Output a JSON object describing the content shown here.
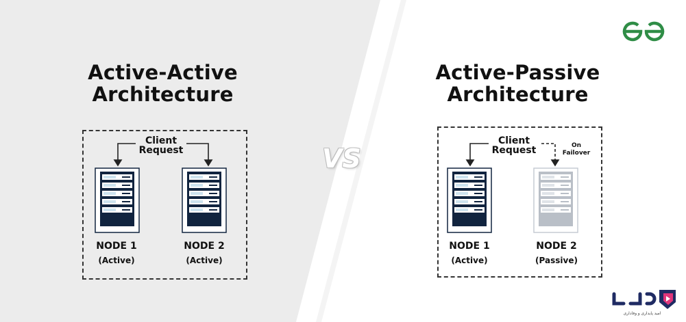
{
  "left": {
    "title_line1": "Active-Active",
    "title_line2": "Architecture",
    "request_line1": "Client",
    "request_line2": "Request",
    "node1": {
      "name": "NODE 1",
      "state": "(Active)"
    },
    "node2": {
      "name": "NODE 2",
      "state": "(Active)"
    }
  },
  "right": {
    "title_line1": "Active-Passive",
    "title_line2": "Architecture",
    "request_line1": "Client",
    "request_line2": "Request",
    "failover_line1": "On",
    "failover_line2": "Failover",
    "node1": {
      "name": "NODE 1",
      "state": "(Active)"
    },
    "node2": {
      "name": "NODE 2",
      "state": "(Passive)"
    }
  },
  "vs_label": "VS",
  "logos": {
    "brand": "geeksforgeeks-logo",
    "watermark_text": "امید پایداری و وفاداری"
  },
  "colors": {
    "server_dark": "#11243f",
    "server_light_blue": "#cde3ef",
    "server_passive": "#b9bfc7",
    "brand_green": "#2f8d46",
    "watermark_purple": "#1f2b63",
    "watermark_pink": "#e0357a"
  }
}
